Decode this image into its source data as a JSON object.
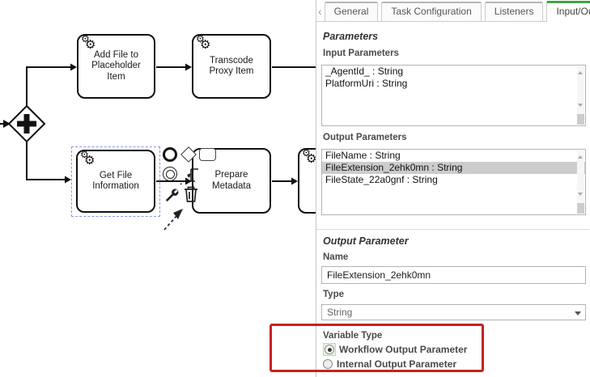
{
  "icons": {
    "tab_scroll_left": "‹",
    "service_task_gear": "⚙"
  },
  "colors": {
    "active_tab_green": "#43a047",
    "highlight_red": "#c62222",
    "selected_row_gray": "#cccccc",
    "selection_dashed_blue": "#8b97ea"
  },
  "diagram": {
    "gateway": {
      "type": "parallel-gateway"
    },
    "tasks": [
      {
        "label": "Add File to\nPlaceholder\nItem"
      },
      {
        "label": "Transcode\nProxy Item"
      },
      {
        "label": "Get File\nInformation"
      },
      {
        "label": "Prepare\nMetadata"
      },
      {
        "label": ""
      }
    ],
    "selected_task": "Get File Information"
  },
  "panel": {
    "tabs": {
      "items": [
        {
          "label": "General"
        },
        {
          "label": "Task Configuration"
        },
        {
          "label": "Listeners"
        },
        {
          "label": "Input/Output"
        }
      ],
      "active": "Input/Output"
    },
    "parameters": {
      "heading": "Parameters",
      "input_label": "Input Parameters",
      "input_items": [
        "_AgentId_ : String",
        "PlatformUri : String"
      ],
      "output_label": "Output Parameters",
      "output_items": [
        "FileName : String",
        "FileExtension_2ehk0mn : String",
        "FileState_22a0gnf : String"
      ],
      "output_selected": "FileExtension_2ehk0mn : String"
    },
    "output_parameter": {
      "heading": "Output Parameter",
      "name_label": "Name",
      "name_value": "FileExtension_2ehk0mn",
      "type_label": "Type",
      "type_value": "String",
      "variable_type_label": "Variable Type",
      "options": [
        {
          "label": "Workflow Output Parameter",
          "selected": true
        },
        {
          "label": "Internal Output Parameter",
          "selected": false
        }
      ]
    }
  }
}
